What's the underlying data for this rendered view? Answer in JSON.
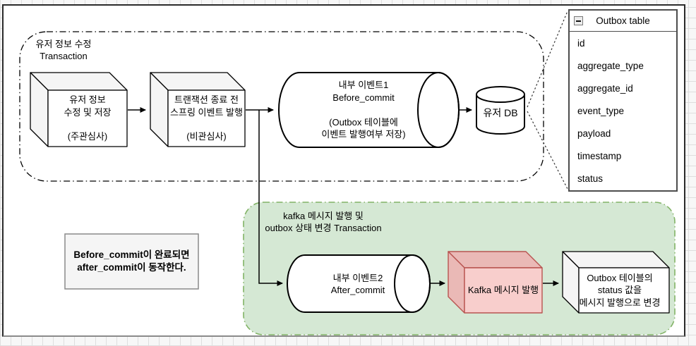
{
  "colors": {
    "green_fill": "#d5e8d4",
    "green_border": "#82b366",
    "red_fill": "#f8cecc",
    "red_face": "#eab9b6",
    "red_border": "#b85450",
    "gray_face": "#f5f5f5",
    "white": "#ffffff",
    "black": "#000000"
  },
  "transaction1": {
    "label": "유저 정보 수정\nTransaction",
    "user_update_box": "유저 정보\n수정 및 저장\n\n(주관심사)",
    "spring_event_box": "트랜잭션 종료 전\n스프링 이벤트 발행\n\n(비관심사)",
    "before_commit_cylinder": "내부 이벤트1\nBefore_commit\n\n(Outbox 테이블에\n이벤트 발행여부 저장)",
    "user_db": "유저 DB"
  },
  "outbox_table": {
    "title": "Outbox table",
    "collapse_icon": "minus-square-icon",
    "fields": [
      "id",
      "aggregate_type",
      "aggregate_id",
      "event_type",
      "payload",
      "timestamp",
      "status"
    ]
  },
  "note": "Before_commit이 완료되면\nafter_commit이 동작한다.",
  "transaction2": {
    "label": "kafka 메시지 발행 및\noutbox 상태 변경 Transaction",
    "after_commit_cylinder": "내부 이벤트2\nAfter_commit",
    "kafka_box": "Kafka 메시지 발행",
    "outbox_status_box": "Outbox 테이블의\nstatus 값을\n메시지 발행으로 변경"
  }
}
